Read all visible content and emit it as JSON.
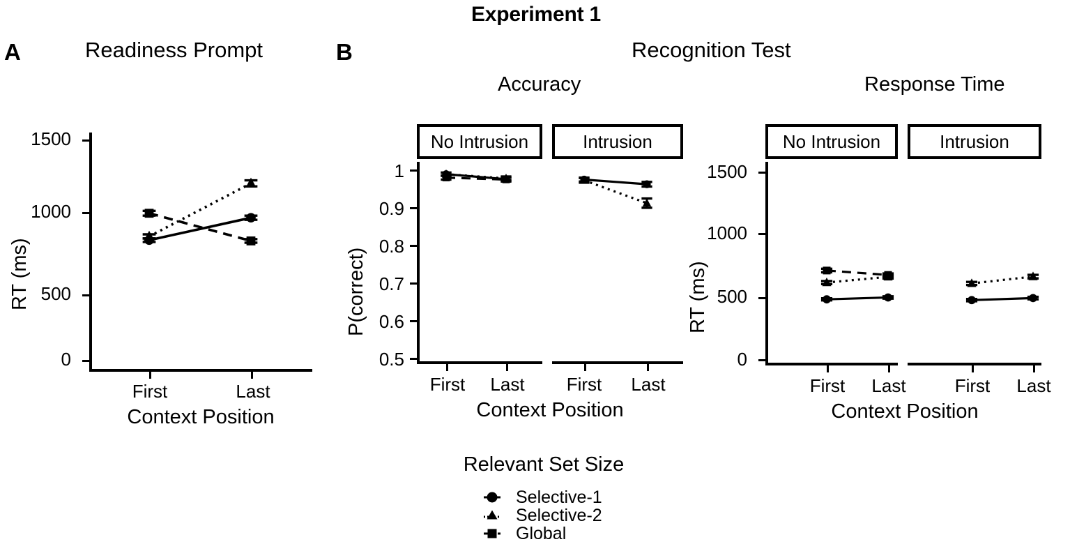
{
  "figure": {
    "main_title": "Experiment 1",
    "panel_a_letter": "A",
    "panel_b_letter": "B",
    "panel_a_title": "Readiness Prompt",
    "panel_b_title": "Recognition Test",
    "accuracy_subtitle": "Accuracy",
    "rt_subtitle": "Response Time"
  },
  "legend": {
    "title": "Relevant Set Size",
    "entries": [
      {
        "label": "Selective-1",
        "marker": "circle",
        "linetype": "solid"
      },
      {
        "label": "Selective-2",
        "marker": "triangle",
        "linetype": "dotted"
      },
      {
        "label": "Global",
        "marker": "square",
        "linetype": "dashed"
      }
    ]
  },
  "colors": {
    "ink": "#000000",
    "paper": "#ffffff"
  },
  "chart_data": [
    {
      "id": "panel-a-readiness-prompt",
      "type": "line",
      "title": "Readiness Prompt",
      "xlabel": "Context Position",
      "ylabel": "RT (ms)",
      "categories": [
        "First",
        "Last"
      ],
      "yticks": [
        0,
        500,
        1000,
        1500
      ],
      "ylim": [
        0,
        1600
      ],
      "grid": false,
      "legend_position": "bottom",
      "series": [
        {
          "name": "Selective-1",
          "marker": "circle",
          "linetype": "solid",
          "values": [
            880,
            1030
          ],
          "errors": [
            12,
            14
          ]
        },
        {
          "name": "Selective-2",
          "marker": "triangle",
          "linetype": "dotted",
          "values": [
            905,
            1260
          ],
          "errors": [
            14,
            20
          ]
        },
        {
          "name": "Global",
          "marker": "square",
          "linetype": "dashed",
          "values": [
            1060,
            875
          ],
          "errors": [
            16,
            12
          ]
        }
      ]
    },
    {
      "id": "panel-b-accuracy",
      "type": "line",
      "title": "Accuracy",
      "xlabel": "Context Position",
      "ylabel": "P(correct)",
      "categories": [
        "First",
        "Last"
      ],
      "yticks": [
        0.5,
        0.6,
        0.7,
        0.8,
        0.9,
        1.0
      ],
      "ylim": [
        0.5,
        1.02
      ],
      "grid": false,
      "facets": [
        {
          "name": "No Intrusion",
          "series": [
            {
              "name": "Selective-1",
              "marker": "circle",
              "linetype": "solid",
              "values": [
                0.988,
                0.975
              ],
              "errors": [
                0.004,
                0.004
              ]
            },
            {
              "name": "Selective-2",
              "marker": "triangle",
              "linetype": "dotted",
              "values": [
                0.988,
                0.977
              ],
              "errors": [
                0.004,
                0.005
              ]
            },
            {
              "name": "Global",
              "marker": "square",
              "linetype": "dashed",
              "values": [
                0.979,
                0.974
              ],
              "errors": [
                0.005,
                0.005
              ]
            }
          ]
        },
        {
          "name": "Intrusion",
          "series": [
            {
              "name": "Selective-1",
              "marker": "circle",
              "linetype": "solid",
              "values": [
                0.974,
                0.962
              ],
              "errors": [
                0.005,
                0.006
              ]
            },
            {
              "name": "Selective-2",
              "marker": "triangle",
              "linetype": "dotted",
              "values": [
                0.972,
                0.913
              ],
              "errors": [
                0.006,
                0.012
              ]
            }
          ]
        }
      ]
    },
    {
      "id": "panel-b-response-time",
      "type": "line",
      "title": "Response Time",
      "xlabel": "Context Position",
      "ylabel": "RT (ms)",
      "categories": [
        "First",
        "Last"
      ],
      "yticks": [
        0,
        500,
        1000,
        1500
      ],
      "ylim": [
        0,
        1600
      ],
      "grid": false,
      "facets": [
        {
          "name": "No Intrusion",
          "series": [
            {
              "name": "Selective-1",
              "marker": "circle",
              "linetype": "solid",
              "values": [
                512,
                527
              ],
              "errors": [
                8,
                9
              ]
            },
            {
              "name": "Selective-2",
              "marker": "triangle",
              "linetype": "dotted",
              "values": [
                645,
                690
              ],
              "errors": [
                12,
                13
              ]
            },
            {
              "name": "Global",
              "marker": "square",
              "linetype": "dashed",
              "values": [
                740,
                705
              ],
              "errors": [
                14,
                12
              ]
            }
          ]
        },
        {
          "name": "Intrusion",
          "series": [
            {
              "name": "Selective-1",
              "marker": "circle",
              "linetype": "solid",
              "values": [
                506,
                522
              ],
              "errors": [
                9,
                10
              ]
            },
            {
              "name": "Selective-2",
              "marker": "triangle",
              "linetype": "dotted",
              "values": [
                638,
                692
              ],
              "errors": [
                12,
                14
              ]
            }
          ]
        }
      ]
    }
  ]
}
